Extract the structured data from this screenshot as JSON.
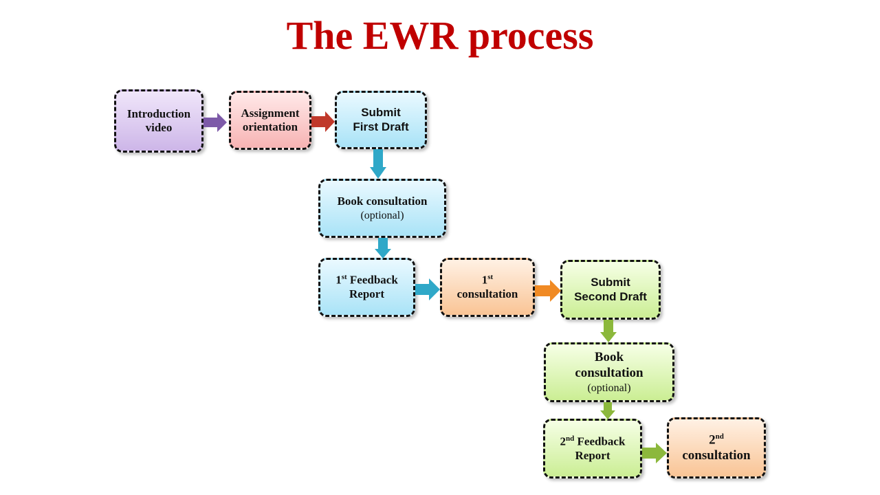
{
  "title": "The EWR process",
  "steps": {
    "intro": {
      "line1": "Introduction",
      "line2": "video"
    },
    "assignment": {
      "line1": "Assignment",
      "line2": "orientation"
    },
    "first_draft": {
      "line1": "Submit",
      "line2": "First Draft"
    },
    "book1": {
      "line1": "Book consultation",
      "line2": "(optional)"
    },
    "feedback1": {
      "num": "1",
      "sup": "st",
      "word": " Feedback",
      "line2": "Report"
    },
    "consult1": {
      "num": "1",
      "sup": "st",
      "line2": "consultation"
    },
    "second_draft": {
      "line1": "Submit",
      "line2": "Second Draft"
    },
    "book2": {
      "line1": "Book",
      "line2": "consultation",
      "line3": "(optional)"
    },
    "feedback2": {
      "num": "2",
      "sup": "nd",
      "word": " Feedback",
      "line2": "Report"
    },
    "consult2": {
      "num": "2",
      "sup": "nd",
      "line2": "consultation"
    }
  },
  "colors": {
    "title": "#c00000",
    "purple_arrow": "#7d5aa8",
    "red_arrow": "#c0392b",
    "blue_arrow": "#2fa8c8",
    "orange_arrow": "#f08a24",
    "green_arrow": "#8cb83c"
  }
}
